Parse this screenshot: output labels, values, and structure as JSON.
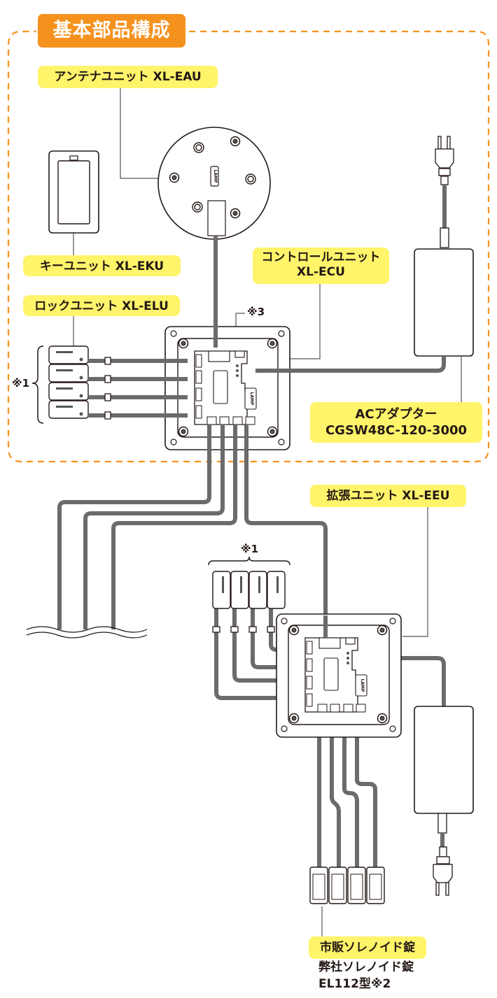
{
  "title": "基本部品構成",
  "colors": {
    "accent_orange": "#f5921e",
    "label_yellow": "#fff46a",
    "cable_gray": "#6b6b6b",
    "line_dark": "#231815"
  },
  "labels": {
    "antenna_unit": "アンテナユニット XL-EAU",
    "key_unit": "キーユニット XL-EKU",
    "lock_unit": "ロックユニット XL-ELU",
    "control_unit_line1": "コントロールユニット",
    "control_unit_line2": "XL-ECU",
    "ac_adapter_line1": "ACアダプター",
    "ac_adapter_line2": "CGSW48C-120-3000",
    "expansion_unit": "拡張ユニット XL-EEU",
    "solenoid_market": "市販ソレノイド錠",
    "solenoid_own_line1": "弊社ソレノイド錠",
    "solenoid_own_line2": "EL112型※2"
  },
  "notes": {
    "note1_left": "※1",
    "note1_bottom": "※1",
    "note3": "※3"
  },
  "device_marks": {
    "brand": "LAMP"
  }
}
